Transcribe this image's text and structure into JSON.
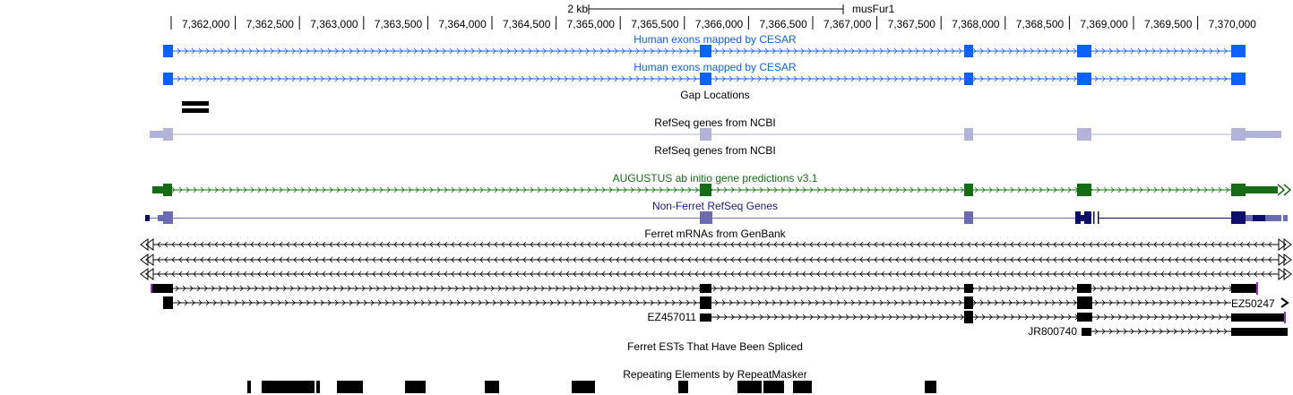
{
  "ruler": {
    "scale_label": "2 kb",
    "assembly": "musFur1",
    "ticks": [
      {
        "label": "7,362,000",
        "pos": 7362000
      },
      {
        "label": "7,362,500",
        "pos": 7362500
      },
      {
        "label": "7,363,000",
        "pos": 7363000
      },
      {
        "label": "7,363,500",
        "pos": 7363500
      },
      {
        "label": "7,364,000",
        "pos": 7364000
      },
      {
        "label": "7,364,500",
        "pos": 7364500
      },
      {
        "label": "7,365,000",
        "pos": 7365000
      },
      {
        "label": "7,365,500",
        "pos": 7365500
      },
      {
        "label": "7,366,000",
        "pos": 7366000
      },
      {
        "label": "7,366,500",
        "pos": 7366500
      },
      {
        "label": "7,367,000",
        "pos": 7367000
      },
      {
        "label": "7,367,500",
        "pos": 7367500
      },
      {
        "label": "7,368,000",
        "pos": 7368000
      },
      {
        "label": "7,368,500",
        "pos": 7368500
      },
      {
        "label": "7,369,000",
        "pos": 7369000
      },
      {
        "label": "7,369,500",
        "pos": 7369500
      },
      {
        "label": "7,370,000",
        "pos": 7370000
      }
    ]
  },
  "colors": {
    "cesar": "#0b62ff",
    "refseq": "#b3b3d9",
    "augustus": "#146c14",
    "nonferret": "#6b6bb3",
    "nonferret_dark": "#0d0d6e",
    "mrna": "#000000",
    "mrna_tick": "#9b30c8"
  },
  "tracks": {
    "cesar1": {
      "title": "Human exons mapped by CESAR"
    },
    "cesar2": {
      "title": "Human exons mapped by CESAR"
    },
    "gap": {
      "title": "Gap Locations"
    },
    "refseq1": {
      "title": "RefSeq genes from NCBI"
    },
    "refseq2": {
      "title": "RefSeq genes from NCBI"
    },
    "augustus": {
      "title": "AUGUSTUS ab initio gene predictions v3.1"
    },
    "nonferret": {
      "title": "Non-Ferret  RefSeq Genes"
    },
    "mrna": {
      "title": "Ferret  mRNAs from GenBank",
      "labels": {
        "a": "EZ457011",
        "b": "EZ50247",
        "c": "JR800740"
      }
    },
    "ests": {
      "title": "Ferret  ESTs That Have Been Spliced"
    },
    "repeats": {
      "title": "Repeating Elements by RepeatMasker"
    }
  }
}
